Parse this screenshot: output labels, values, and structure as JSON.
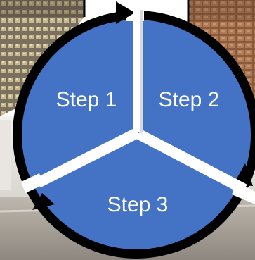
{
  "cycle": {
    "steps": [
      {
        "label": "Step 1"
      },
      {
        "label": "Step 2"
      },
      {
        "label": "Step 3"
      }
    ],
    "colors": {
      "segment_fill": "#4472C4",
      "arrow_ring": "#000000",
      "divider": "#ffffff"
    }
  },
  "background": {
    "photos": [
      {
        "name": "glass-facade-photo"
      },
      {
        "name": "brick-wall-photo"
      },
      {
        "name": "white-room-photo"
      }
    ]
  }
}
